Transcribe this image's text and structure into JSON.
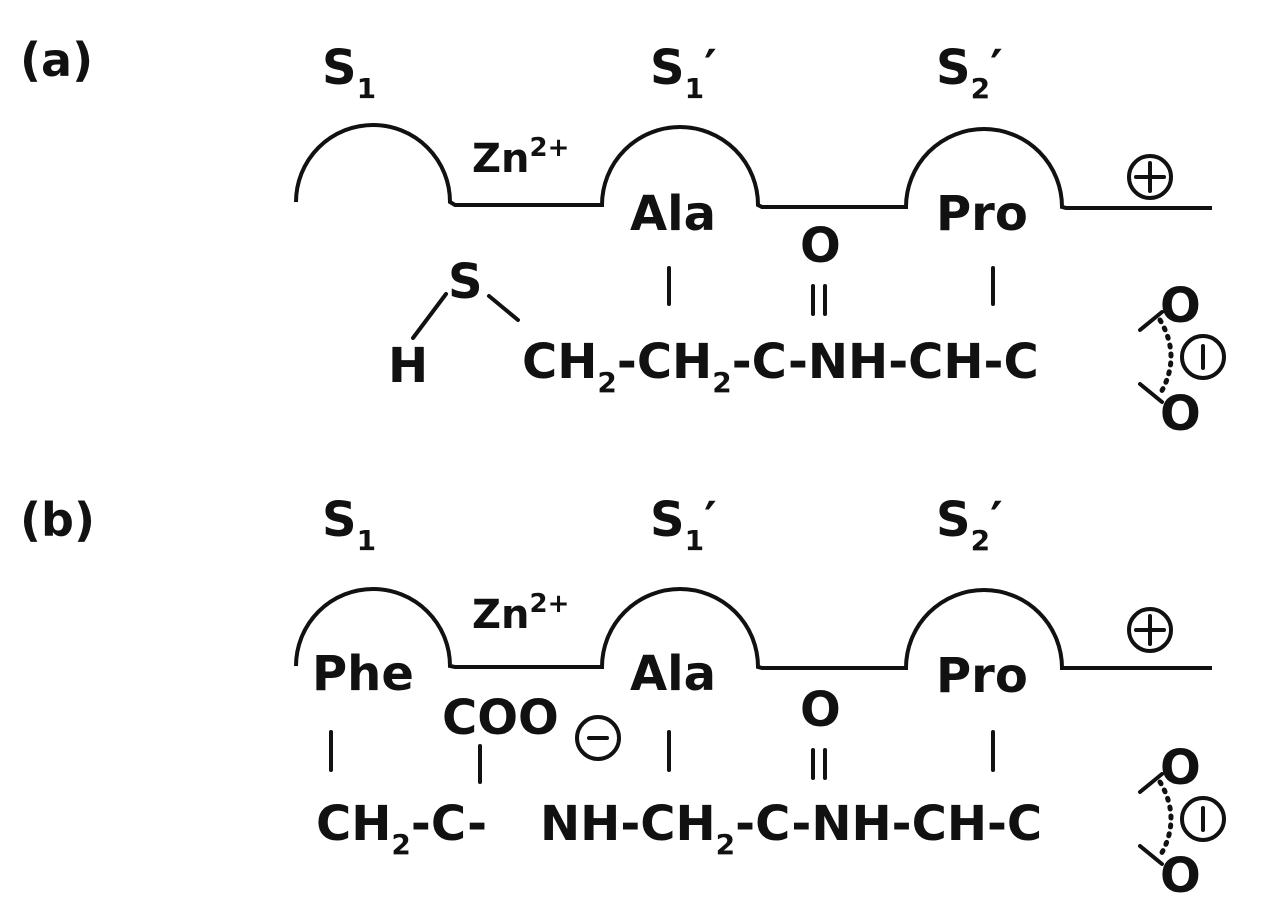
{
  "panels": [
    {
      "label": "(a)",
      "sites": [
        {
          "main": "S",
          "sub": "1",
          "prime": ""
        },
        {
          "main": "S",
          "sub": "1",
          "prime": "′"
        },
        {
          "main": "S",
          "sub": "2",
          "prime": "′"
        }
      ],
      "zinc": {
        "symbol": "Zn",
        "charge": "2+"
      },
      "residues": {
        "s1": "",
        "s1p": "Ala",
        "s2p": "Pro"
      },
      "positive_charge": "⊕",
      "chain": {
        "thiol_S": "S",
        "thiol_H": "H",
        "part1": "CH",
        "sub1": "2",
        "part2": "-CH",
        "sub2": "2",
        "part3": "-C-NH-CH-C",
        "carbonyl_O": "O",
        "carboxyl_O_top": "O",
        "carboxyl_O_bottom": "O"
      }
    },
    {
      "label": "(b)",
      "sites": [
        {
          "main": "S",
          "sub": "1",
          "prime": ""
        },
        {
          "main": "S",
          "sub": "1",
          "prime": "′"
        },
        {
          "main": "S",
          "sub": "2",
          "prime": "′"
        }
      ],
      "zinc": {
        "symbol": "Zn",
        "charge": "2+"
      },
      "residues": {
        "s1": "Phe",
        "s1p": "Ala",
        "s2p": "Pro"
      },
      "positive_charge": "⊕",
      "chain": {
        "coo": "COO",
        "part1": "CH",
        "sub1": "2",
        "part2": "-C-",
        "part3": "NH-CH",
        "sub3": "2",
        "part4": "-C-NH-CH-C",
        "carbonyl_O": "O",
        "carboxyl_O_top": "O",
        "carboxyl_O_bottom": "O"
      }
    }
  ]
}
